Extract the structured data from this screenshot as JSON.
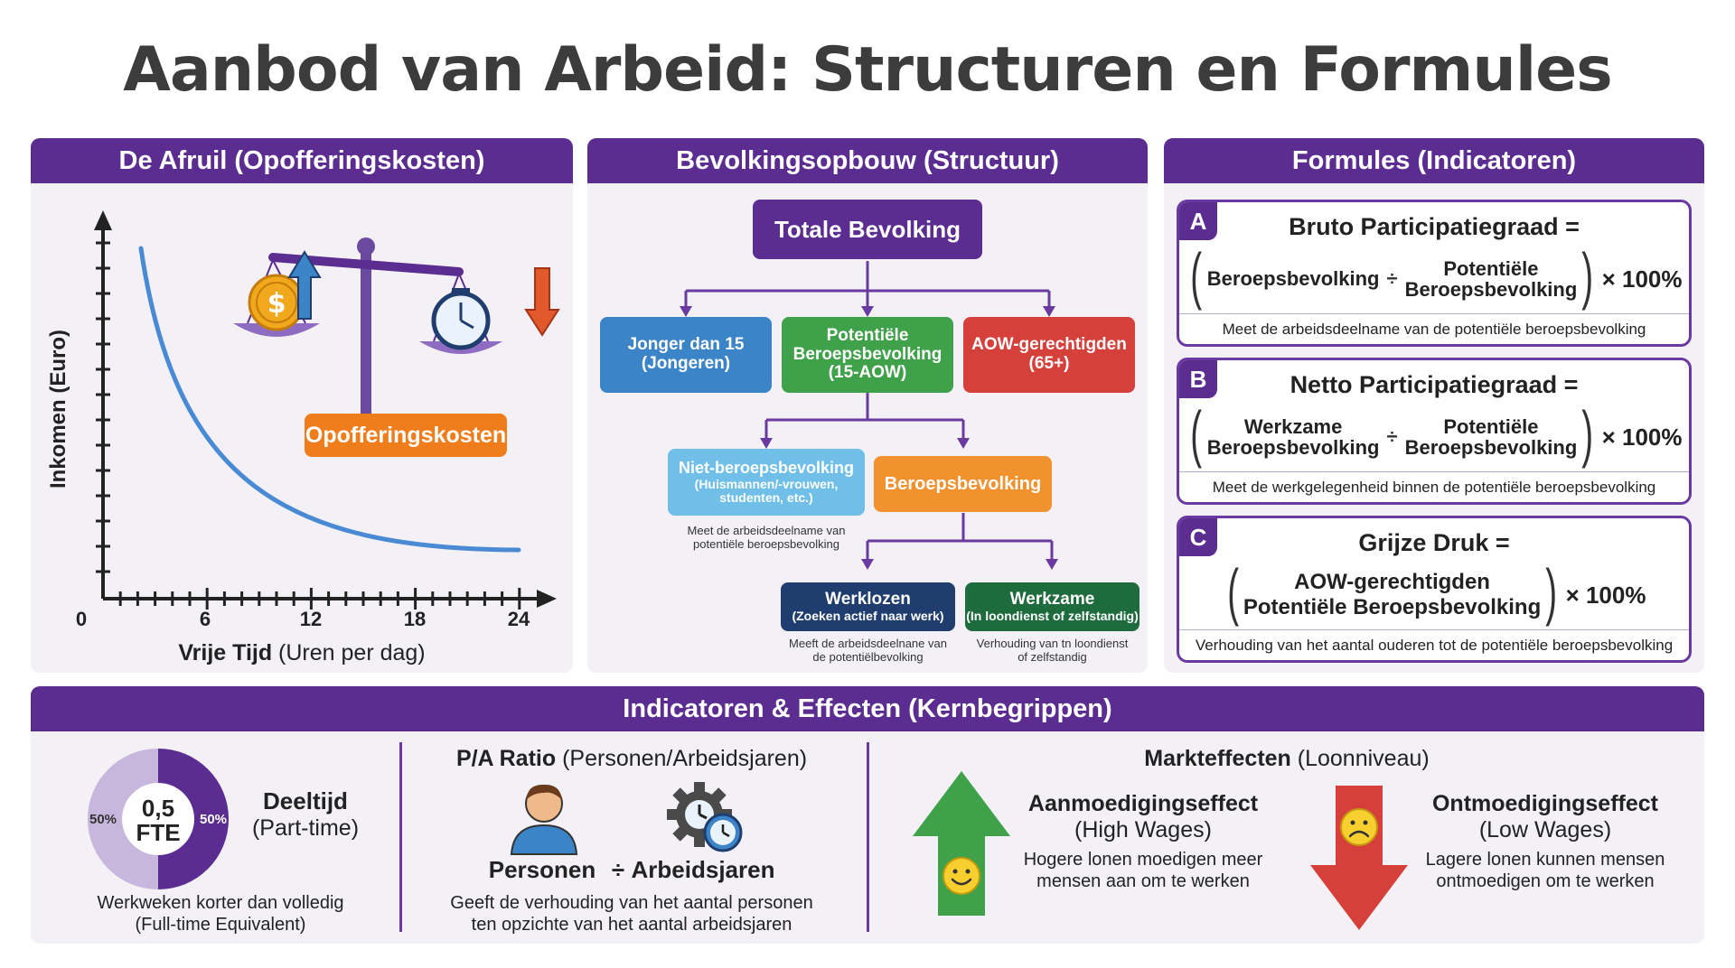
{
  "title": "Aanbod van Arbeid: Structuren en Formules",
  "afruil": {
    "header": "De Afruil (Opofferingskosten)",
    "y_label": "Inkomen (Euro)",
    "x_label_bold": "Vrije Tijd",
    "x_label_rest": " (Uren per dag)",
    "x_ticks": [
      "0",
      "6",
      "12",
      "18",
      "24"
    ],
    "opportunity_label": "Opofferingskosten",
    "colors": {
      "curve": "#4a8ad4",
      "label_bg": "#f07d1c"
    }
  },
  "bevolking": {
    "header": "Bevolkingsopbouw (Structuur)",
    "total": "Totale Bevolking",
    "jonger": {
      "line1": "Jonger dan 15",
      "line2": "(Jongeren)"
    },
    "potentiele": {
      "line1": "Potentiële",
      "line2": "Beroepsbevolking",
      "line3": "(15-AOW)"
    },
    "aow": {
      "line1": "AOW-gerechtigden",
      "line2": "(65+)"
    },
    "niet": {
      "line1": "Niet-beroepsbevolking",
      "line2": "(Huismannen/-vrouwen,",
      "line3": "studenten, etc.)"
    },
    "niet_note": {
      "line1": "Meet de arbeidsdeelname van",
      "line2": "potentiële beroepsbevolking"
    },
    "beroeps": "Beroepsbevolking",
    "werklozen": {
      "line1": "Werklozen",
      "line2": "(Zoeken actief naar werk)"
    },
    "werklozen_note": {
      "line1": "Meeft de arbeidsdeelnane van",
      "line2": "de potentiëlbevolking"
    },
    "werkzame": {
      "line1": "Werkzame",
      "line2": "(In loondienst of zelfstandig)"
    },
    "werkzame_note": {
      "line1": "Verhouding van tn loondienst",
      "line2": "of zelfstandig"
    },
    "colors": {
      "total": "#5c2d91",
      "jonger": "#3c84c8",
      "potentiele": "#3fa14a",
      "aow": "#d6403a",
      "niet": "#6fbfe8",
      "beroeps": "#f2922f",
      "werklozen": "#1f3d6e",
      "werkzame": "#1e6b3d",
      "connector": "#6a3aa0"
    }
  },
  "formules": {
    "header": "Formules (Indicatoren)",
    "a": {
      "badge": "A",
      "title": "Bruto Participatiegraad =",
      "term1": "Beroepsbevolking",
      "op": "÷",
      "term2_line1": "Potentiële",
      "term2_line2": "Beroepsbevolking",
      "mul": "× 100%",
      "desc": "Meet de arbeidsdeelname van de potentiële beroepsbevolking"
    },
    "b": {
      "badge": "B",
      "title": "Netto Participatiegraad =",
      "term1_line1": "Werkzame",
      "term1_line2": "Beroepsbevolking",
      "op": "÷",
      "term2_line1": "Potentiële",
      "term2_line2": "Beroepsbevolking",
      "mul": "× 100%",
      "desc": "Meet de werkgelegenheid binnen de potentiële beroepsbevolking"
    },
    "c": {
      "badge": "C",
      "title": "Grijze Druk =",
      "numerator": "AOW-gerechtigden",
      "denominator": "Potentiële Beroepsbevolking",
      "mul": "× 100%",
      "desc": "Verhouding van het aantal ouderen tot de potentiële beroepsbevolking"
    }
  },
  "indicatoren": {
    "header": "Indicatoren & Effecten (Kernbegrippen)",
    "deeltijd": {
      "left_pct": "50%",
      "right_pct": "50%",
      "fte_line1": "0,5",
      "fte_line2": "FTE",
      "title": "Deeltijd",
      "subtitle": "(Part-time)",
      "desc_line1": "Werkweken korter dan volledig",
      "desc_line2": "(Full-time Equivalent)",
      "share": 0.5
    },
    "pa": {
      "title_bold": "P/A Ratio",
      "title_rest": " (Personen/Arbeidsjaren)",
      "personen": "Personen",
      "op": "÷",
      "arbeidsjaren": "Arbeidsjaren",
      "desc_line1": "Geeft de verhouding van het aantal personen",
      "desc_line2": "ten opzichte van het aantal arbeidsjaren"
    },
    "markt": {
      "title_bold": "Markteffecten",
      "title_rest": " (Loonniveau)",
      "aan_title": "Aanmoedigingseffect",
      "aan_sub": "(High Wages)",
      "aan_desc_line1": "Hogere lonen moedigen meer",
      "aan_desc_line2": "mensen aan om te werken",
      "ont_title": "Ontmoedigingseffect",
      "ont_sub": "(Low Wages)",
      "ont_desc_line1": "Lagere lonen kunnen mensen",
      "ont_desc_line2": "ontmoedigen om te werken"
    }
  }
}
